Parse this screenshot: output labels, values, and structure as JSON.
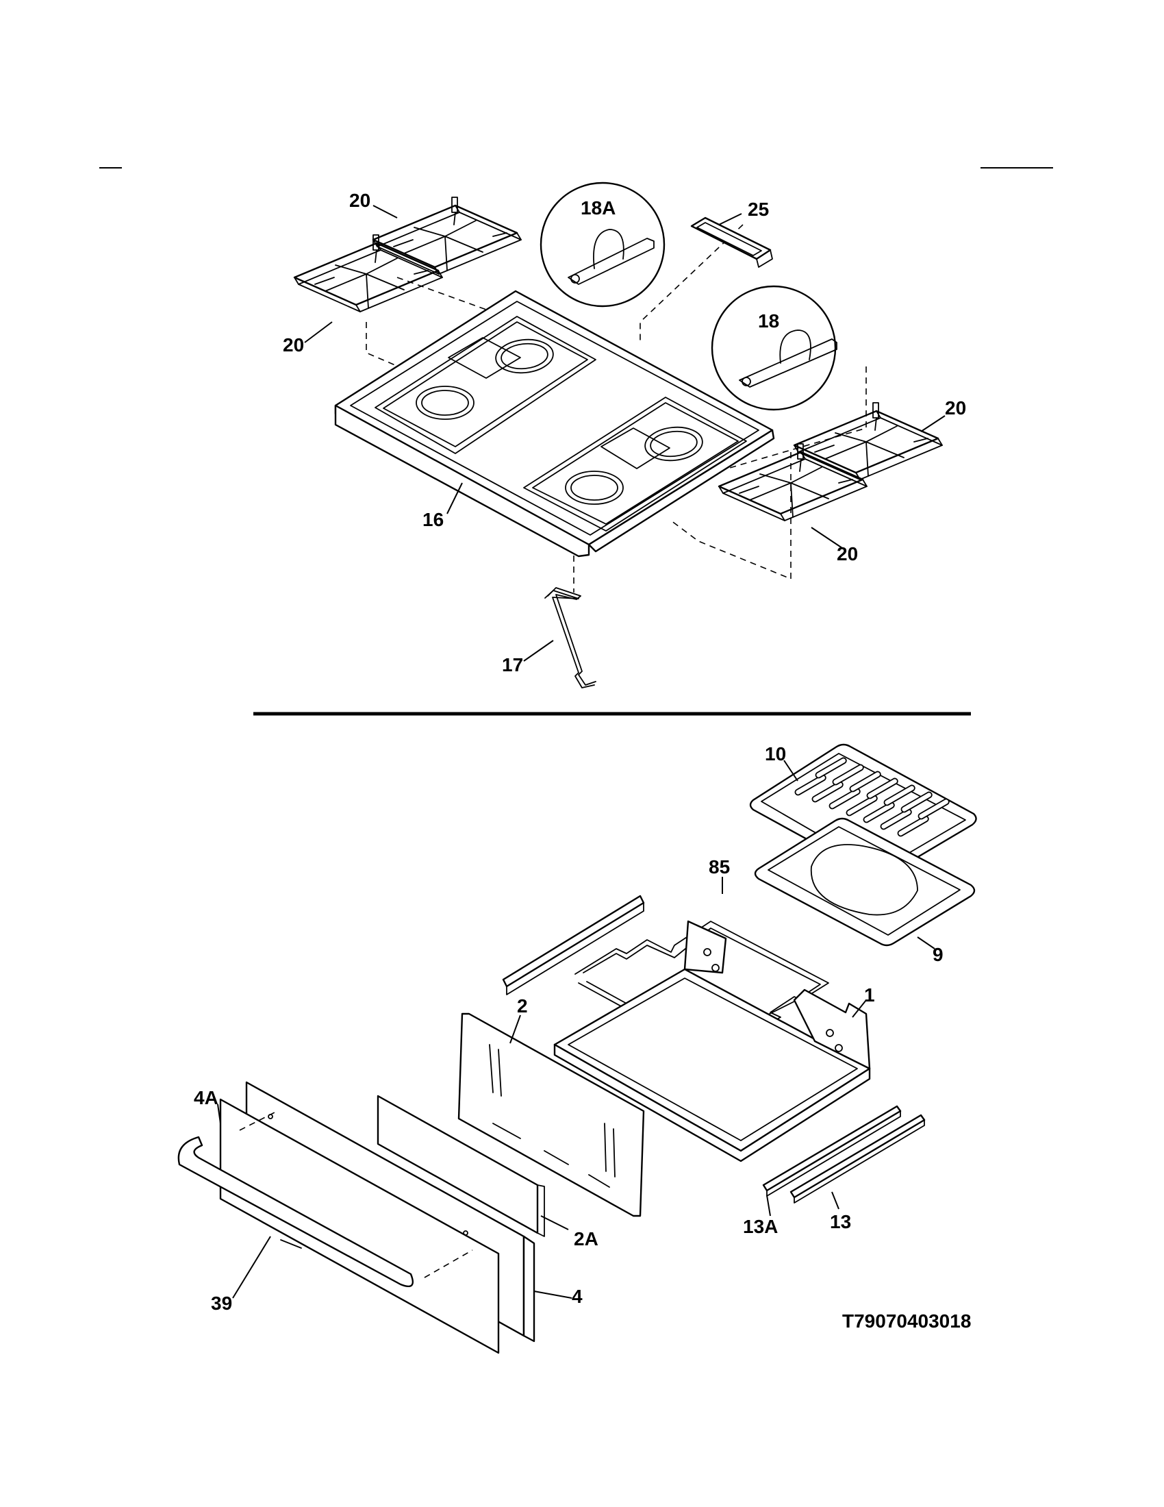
{
  "diagram": {
    "callouts": {
      "grate_top_left_upper": "20",
      "grate_top_left_lower": "20",
      "grate_right_upper": "20",
      "grate_right_lower": "20",
      "bracket_18a": "18A",
      "clip_25": "25",
      "bracket_18": "18",
      "cooktop_16": "16",
      "lock_rod_17": "17",
      "broiler_grid_10": "10",
      "rack_85": "85",
      "broiler_pan_9": "9",
      "drawer_body_1": "1",
      "drawer_back_2": "2",
      "drawer_panel_4a": "4A",
      "drawer_liner_2a": "2A",
      "drawer_front_4": "4",
      "handle_39": "39",
      "slide_13a": "13A",
      "slide_13": "13"
    },
    "part_code": "T79070403018"
  }
}
